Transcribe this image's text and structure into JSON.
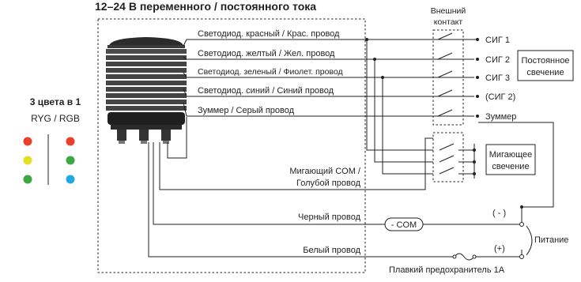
{
  "title": "12–24 В переменного / постоянного тока",
  "external_contact": [
    "Внешний",
    "контакт"
  ],
  "wires": [
    "Светодиод. красный / Крас. провод",
    "Светодиод. желтый / Жел. провод",
    "Светодиод. зеленый / Фиолет. провод",
    "Светодиод. синий / Синий провод",
    "Зуммер / Серый провод"
  ],
  "signals": [
    "СИГ 1",
    "СИГ 2",
    "СИГ 3",
    "(СИГ 2)",
    "Зуммер"
  ],
  "steady_box": [
    "Постоянное",
    "свечение"
  ],
  "flash_box": [
    "Мигающее",
    "свечение"
  ],
  "flash_common": [
    "Мигающий COM /",
    "Голубой провод"
  ],
  "black_wire": "Черный провод",
  "white_wire": "Белый провод",
  "com_label": "- COM",
  "minus": "( - )",
  "plus": "(+)",
  "power": "Питание",
  "fuse": "Плавкий предохранитель 1A",
  "legend": {
    "title": "3 цвета в 1",
    "subtitle": "RYG  /  RGB",
    "ryg_colors": [
      "#e8402d",
      "#e2e022",
      "#3aa843"
    ],
    "rgb_colors": [
      "#e8402d",
      "#3aa843",
      "#22a9e1"
    ]
  }
}
